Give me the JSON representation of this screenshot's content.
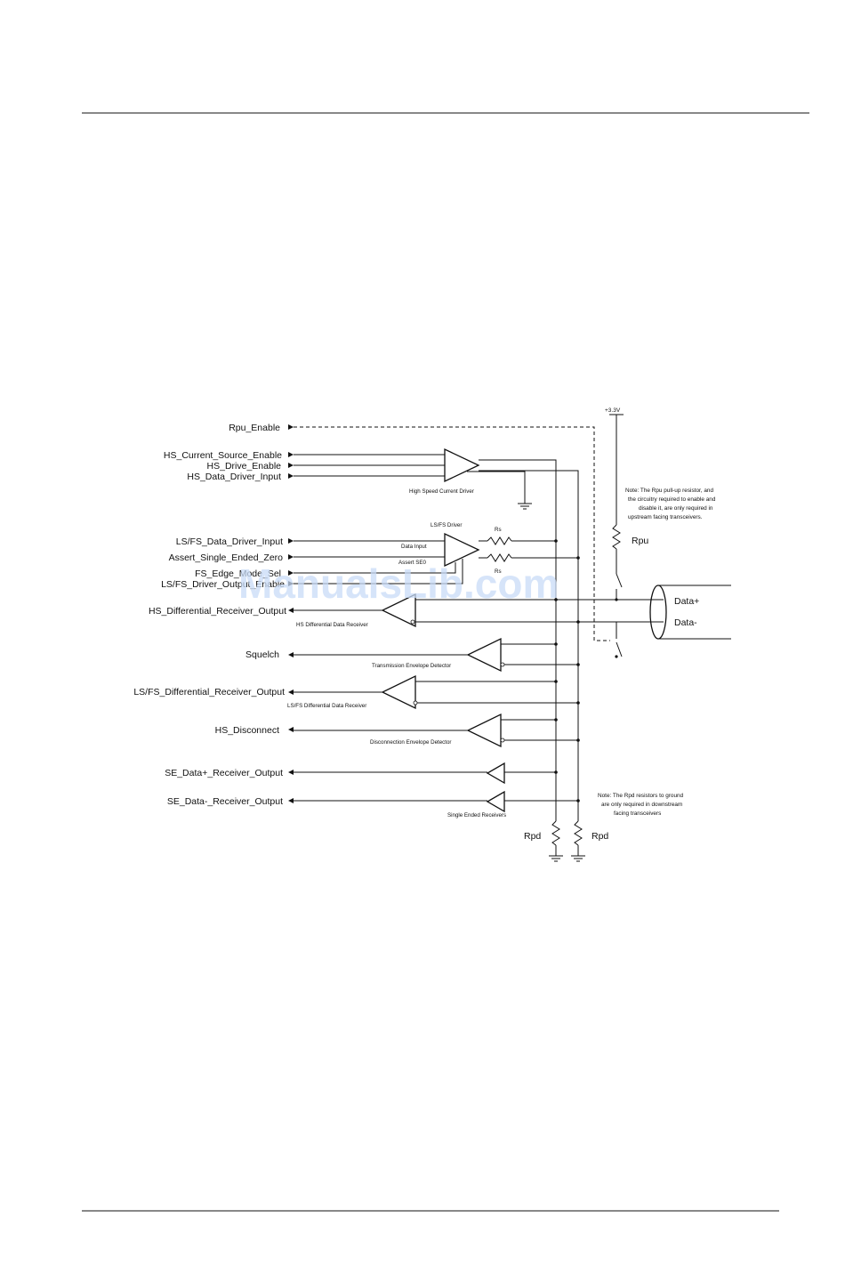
{
  "signals": {
    "rpu_enable": "Rpu_Enable",
    "hs_current_source_enable": "HS_Current_Source_Enable",
    "hs_drive_enable": "HS_Drive_Enable",
    "hs_data_driver_input": "HS_Data_Driver_Input",
    "lsfs_data_driver_input": "LS/FS_Data_Driver_Input",
    "assert_single_ended_zero": "Assert_Single_Ended_Zero",
    "fs_edge_mode_sel": "FS_Edge_Mode_Sel",
    "lsfs_driver_output_enable": "LS/FS_Driver_Output_Enable",
    "hs_differential_receiver_output": "HS_Differential_Receiver_Output",
    "squelch": "Squelch",
    "lsfs_differential_receiver_output": "LS/FS_Differential_Receiver_Output",
    "hs_disconnect": "HS_Disconnect",
    "se_data_plus_receiver_output": "SE_Data+_Receiver_Output",
    "se_data_minus_receiver_output": "SE_Data-_Receiver_Output"
  },
  "components": {
    "high_speed_current_driver": "High Speed Current Driver",
    "lsfs_driver": "LS/FS Driver",
    "data_input": "Data Input",
    "assert_se0": "Assert SE0",
    "rs_top": "Rs",
    "rs_bottom": "Rs",
    "hs_differential_data_receiver": "HS Differential Data Receiver",
    "transmission_envelope_detector": "Transmission Envelope Detector",
    "lsfs_differential_data_receiver": "LS/FS Differential Data Receiver",
    "disconnection_envelope_detector": "Disconnection Envelope Detector",
    "single_ended_receivers": "Single Ended Receivers",
    "supply": "+3.3V",
    "rpu": "Rpu",
    "rpd_left": "Rpd",
    "rpd_right": "Rpd",
    "data_plus": "Data+",
    "data_minus": "Data-"
  },
  "notes": {
    "rpu_note": [
      "Note:  The Rpu pull-up resistor, and",
      "the circuitry required to enable and",
      "disable it, are only required in",
      "upstream facing transceivers."
    ],
    "rpd_note": [
      "Note:  The Rpd resistors to ground",
      "are only required in downstream",
      "facing transceivers"
    ]
  },
  "watermark": "ManualsLib.com"
}
